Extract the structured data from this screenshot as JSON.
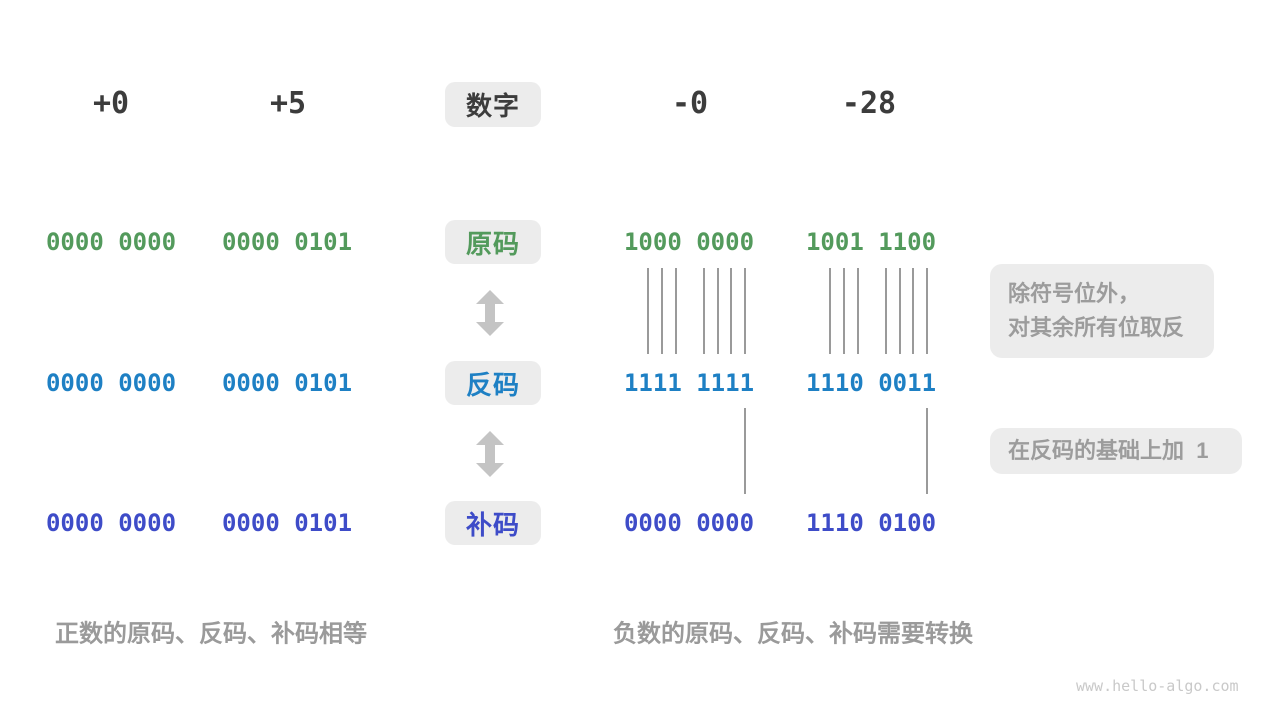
{
  "header": {
    "values": [
      "+0",
      "+5",
      "-0",
      "-28"
    ],
    "label": "数字"
  },
  "rows": [
    {
      "name": "原码",
      "color": "#539a5c",
      "values": [
        "0000 0000",
        "0000 0101",
        "1000 0000",
        "1001 1100"
      ]
    },
    {
      "name": "反码",
      "color": "#1e80c4",
      "values": [
        "0000 0000",
        "0000 0101",
        "1111 1111",
        "1110 0011"
      ]
    },
    {
      "name": "补码",
      "color": "#3e4cc8",
      "values": [
        "0000 0000",
        "0000 0101",
        "0000 0000",
        "1110 0100"
      ]
    }
  ],
  "annotations": {
    "flip_line1": "除符号位外，",
    "flip_line2": "对其余所有位取反",
    "add_one": "在反码的基础上加  1"
  },
  "captions": {
    "positive": "正数的原码、反码、补码相等",
    "negative": "负数的原码、反码、补码需要转换"
  },
  "watermark": "www.hello-algo.com",
  "colors": {
    "sign_magnitude": "#539a5c",
    "ones_complement": "#1e80c4",
    "twos_complement": "#3e4cc8",
    "chip_background": "#ececec",
    "muted_text": "#9c9c9c",
    "header_text": "#3c3c3c",
    "arrow": "#c4c4c4",
    "tick_line": "#9a9a9a"
  }
}
